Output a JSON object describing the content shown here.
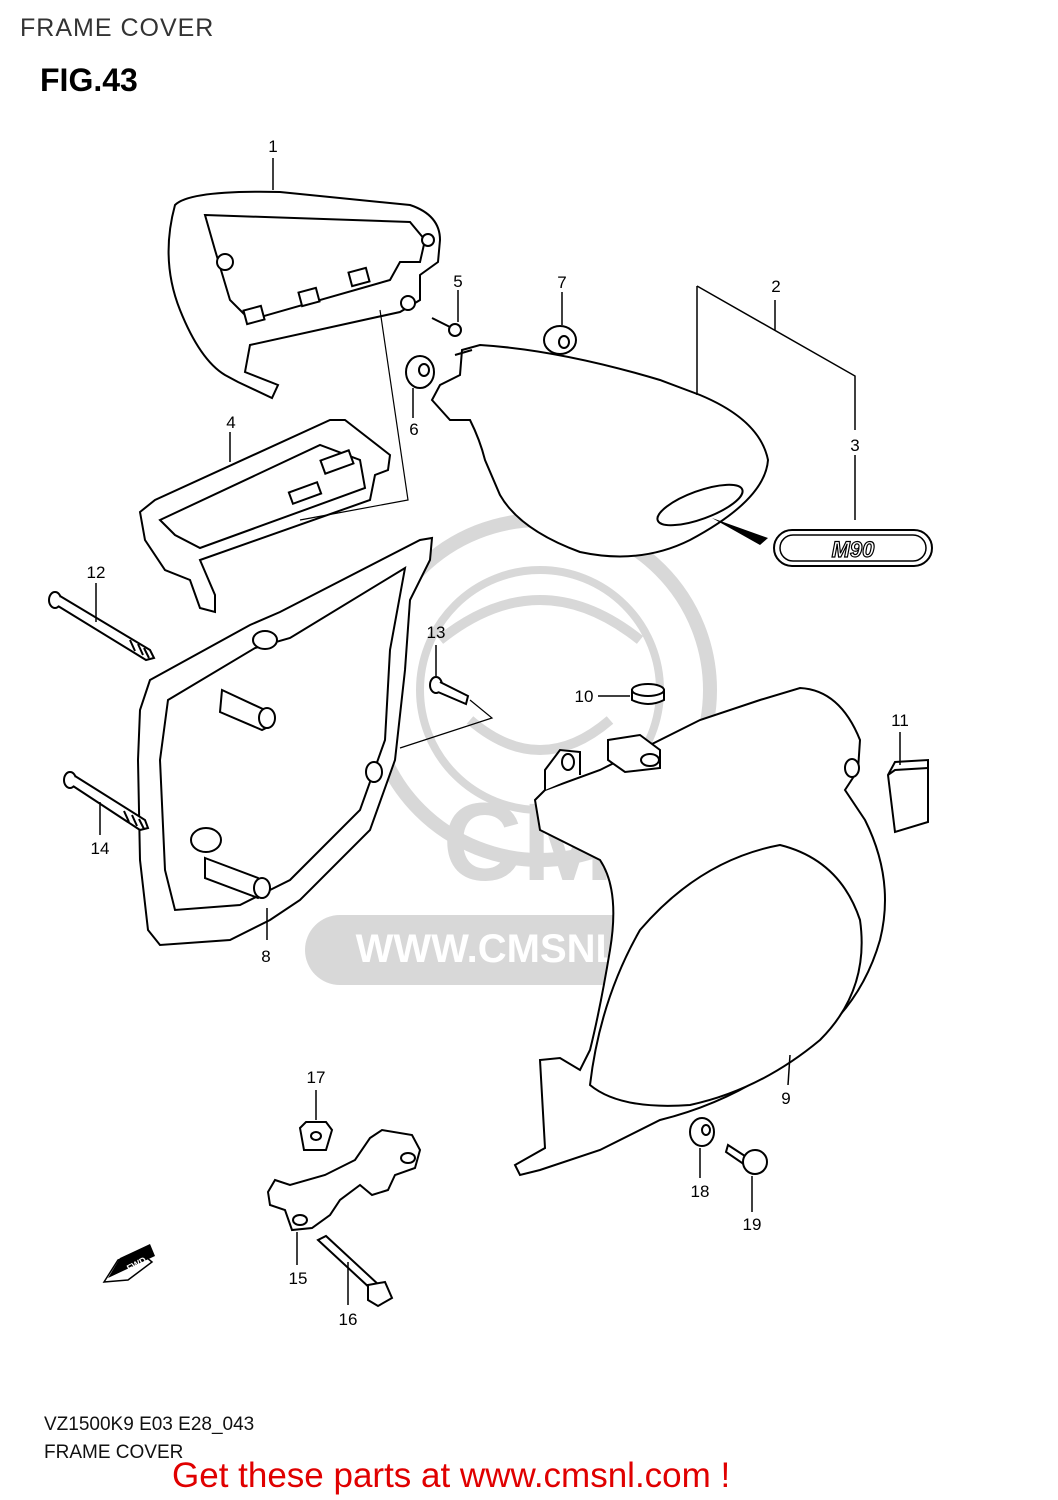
{
  "header": {
    "title": "FRAME COVER"
  },
  "figure": {
    "label": "FIG.43"
  },
  "watermark": {
    "brand": "CMS",
    "url": "WWW.CMSNL.COM"
  },
  "emblem": {
    "text": "M90"
  },
  "fwd_arrow": {
    "text": "FWD"
  },
  "callouts": [
    {
      "num": "1"
    },
    {
      "num": "2"
    },
    {
      "num": "3"
    },
    {
      "num": "4"
    },
    {
      "num": "5"
    },
    {
      "num": "6"
    },
    {
      "num": "7"
    },
    {
      "num": "8"
    },
    {
      "num": "9"
    },
    {
      "num": "10"
    },
    {
      "num": "11"
    },
    {
      "num": "12"
    },
    {
      "num": "13"
    },
    {
      "num": "14"
    },
    {
      "num": "15"
    },
    {
      "num": "16"
    },
    {
      "num": "17"
    },
    {
      "num": "18"
    },
    {
      "num": "19"
    }
  ],
  "footer": {
    "code": "VZ1500K9 E03 E28_043",
    "title": "FRAME COVER",
    "cta": "Get these parts at www.cmsnl.com !"
  },
  "colors": {
    "cta": "#e00000",
    "watermark": "#d8d8d8",
    "line": "#000000"
  }
}
